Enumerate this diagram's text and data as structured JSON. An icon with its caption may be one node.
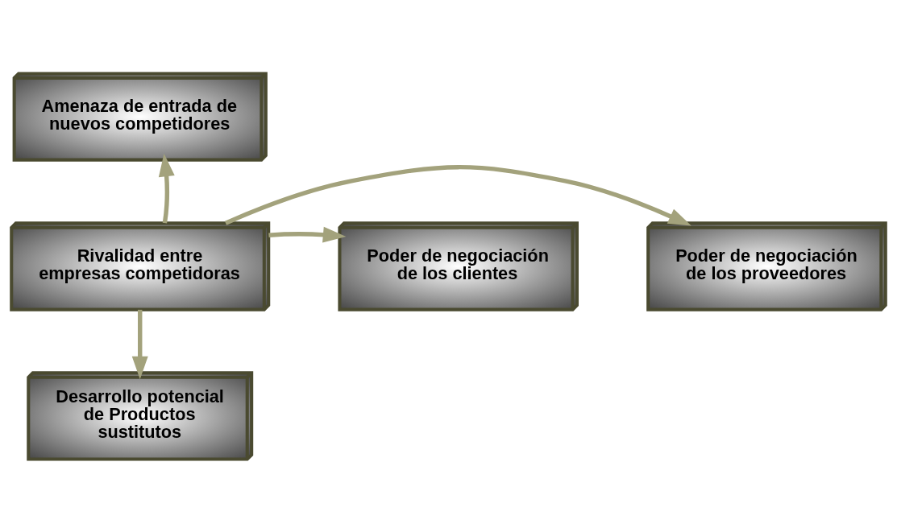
{
  "diagram": {
    "nodes": [
      {
        "text": [
          "Amenaza de entrada de nuevos competidores"
        ]
      },
      {
        "text": [
          "Poder de negociación de los proveedores"
        ]
      },
      {
        "text": [
          "Rivalidad entre empresas competidoras"
        ]
      },
      {
        "text": [
          "Poder de negociación de los clientes"
        ]
      },
      {
        "text": [
          "Desarrollo potencial de Productos sustitutos"
        ]
      }
    ],
    "edges": [
      {
        "from": 2,
        "to": 0,
        "arrow": "to"
      },
      {
        "from": 2,
        "to": 1,
        "arrow": "to"
      },
      {
        "from": 2,
        "to": 3,
        "arrow": "to"
      },
      {
        "from": 2,
        "to": 4,
        "arrow": "to"
      }
    ]
  }
}
